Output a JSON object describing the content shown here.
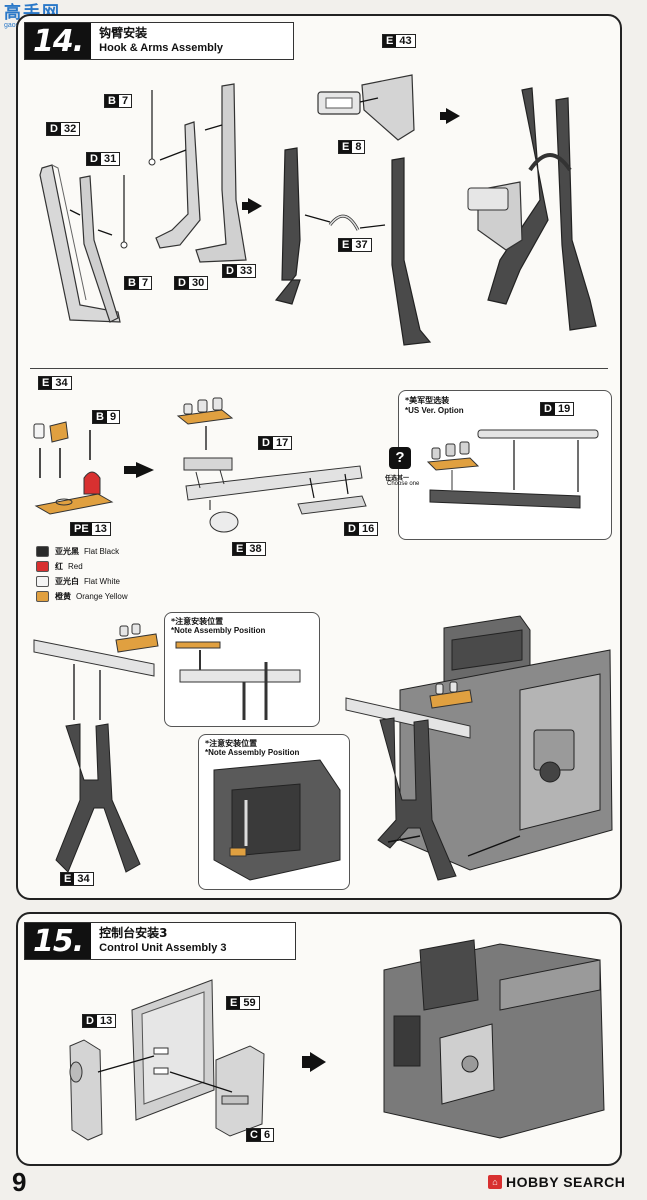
{
  "watermark": {
    "text": "高手网",
    "url": "gaoshou.com"
  },
  "step14": {
    "number": "14.",
    "title_cn": "钩臂安装",
    "title_en": "Hook & Arms Assembly",
    "parts": {
      "b7_top": {
        "letter": "B",
        "num": "7"
      },
      "d32": {
        "letter": "D",
        "num": "32"
      },
      "d31": {
        "letter": "D",
        "num": "31"
      },
      "b7_bottom": {
        "letter": "B",
        "num": "7"
      },
      "d30": {
        "letter": "D",
        "num": "30"
      },
      "d33": {
        "letter": "D",
        "num": "33"
      },
      "e43": {
        "letter": "E",
        "num": "43"
      },
      "e8": {
        "letter": "E",
        "num": "8"
      },
      "e37": {
        "letter": "E",
        "num": "37"
      },
      "e34": {
        "letter": "E",
        "num": "34"
      },
      "b9": {
        "letter": "B",
        "num": "9"
      },
      "pe13": {
        "letter": "PE",
        "num": "13"
      },
      "d17": {
        "letter": "D",
        "num": "17"
      },
      "d16": {
        "letter": "D",
        "num": "16"
      },
      "e38": {
        "letter": "E",
        "num": "38"
      },
      "d19": {
        "letter": "D",
        "num": "19"
      },
      "e34b": {
        "letter": "E",
        "num": "34"
      }
    },
    "option": {
      "cn": "*美军型选装",
      "en": "*US Ver. Option",
      "choose_cn": "任选其一",
      "choose_en": "Choose one"
    },
    "note1": {
      "cn": "*注意安装位置",
      "en": "*Note Assembly Position"
    },
    "note2": {
      "cn": "*注意安装位置",
      "en": "*Note Assembly Position"
    },
    "colors": [
      {
        "cn": "亚光黑",
        "en": "Flat Black",
        "hex": "#2a2a2a"
      },
      {
        "cn": "红",
        "en": "Red",
        "hex": "#d83030"
      },
      {
        "cn": "亚光白",
        "en": "Flat White",
        "hex": "#f4f4f4"
      },
      {
        "cn": "橙黄",
        "en": "Orange Yellow",
        "hex": "#e0a040"
      }
    ]
  },
  "step15": {
    "number": "15.",
    "title_cn": "控制台安装3",
    "title_en": "Control Unit Assembly 3",
    "parts": {
      "d13": {
        "letter": "D",
        "num": "13"
      },
      "e59": {
        "letter": "E",
        "num": "59"
      },
      "c6": {
        "letter": "C",
        "num": "6"
      }
    }
  },
  "footer": {
    "page": "9",
    "brand": "HOBBY SEARCH",
    "brand_prefix": "H",
    "brand_rest": "OBBY SEARCH"
  },
  "palette": {
    "accent": "#d83030",
    "part_gray": "#c8c8c8",
    "part_dark": "#4a4a4a",
    "outline": "#222222"
  }
}
